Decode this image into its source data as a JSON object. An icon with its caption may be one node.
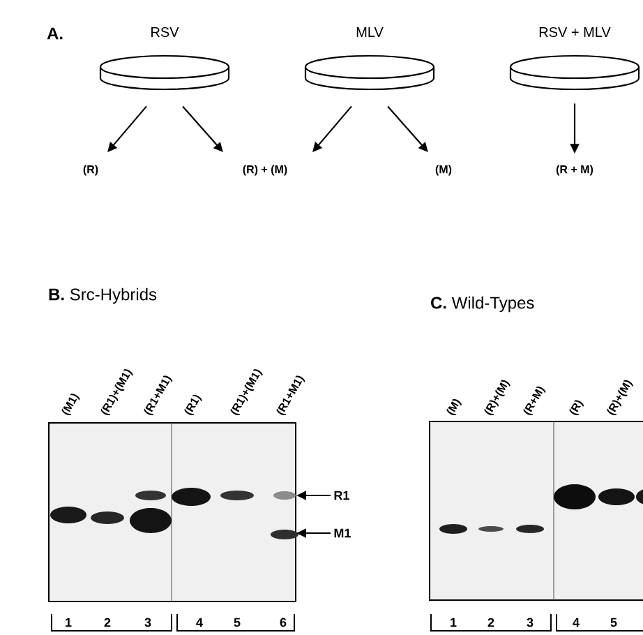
{
  "diagram": {
    "nodes": [
      {
        "text": [
          "RSV"
        ]
      },
      {
        "text": [
          "MLV"
        ]
      },
      {
        "text": [
          "RSV + MLV"
        ]
      },
      {
        "text": [
          "(R)"
        ]
      },
      {
        "text": [
          "(R) + (M)"
        ]
      },
      {
        "text": [
          "(M)"
        ]
      },
      {
        "text": [
          "(R + M)"
        ]
      },
      {
        "text": [],
        "shape": "picture"
      },
      {
        "text": [
          "R1"
        ]
      },
      {
        "text": [
          "M1"
        ]
      }
    ],
    "edges": [
      {
        "from": 0,
        "to": 3,
        "arrow": "to"
      },
      {
        "from": 0,
        "to": 4,
        "arrow": "to"
      },
      {
        "from": 1,
        "to": 4,
        "arrow": "to"
      },
      {
        "from": 1,
        "to": 5,
        "arrow": "to"
      },
      {
        "from": 2,
        "to": 6,
        "arrow": "to"
      },
      {
        "from": 8,
        "to": 7,
        "arrow": "to"
      },
      {
        "from": 9,
        "to": 7,
        "arrow": "to"
      }
    ],
    "labels": [
      "A.",
      "**B.** Src-Hybrids",
      "**C.** Wild-Types",
      "(M1)",
      "(R1)+(M1)",
      "(R1+M1)",
      "(R1)",
      "(R1)+(M1)",
      "(R1+M1)",
      "(M)",
      "(R)+(M)",
      "(R+M)",
      "(R)",
      "(R)+(M)",
      "1",
      "2",
      "3",
      "4",
      "5",
      "6",
      "1",
      "2",
      "3",
      "4",
      "5"
    ]
  }
}
